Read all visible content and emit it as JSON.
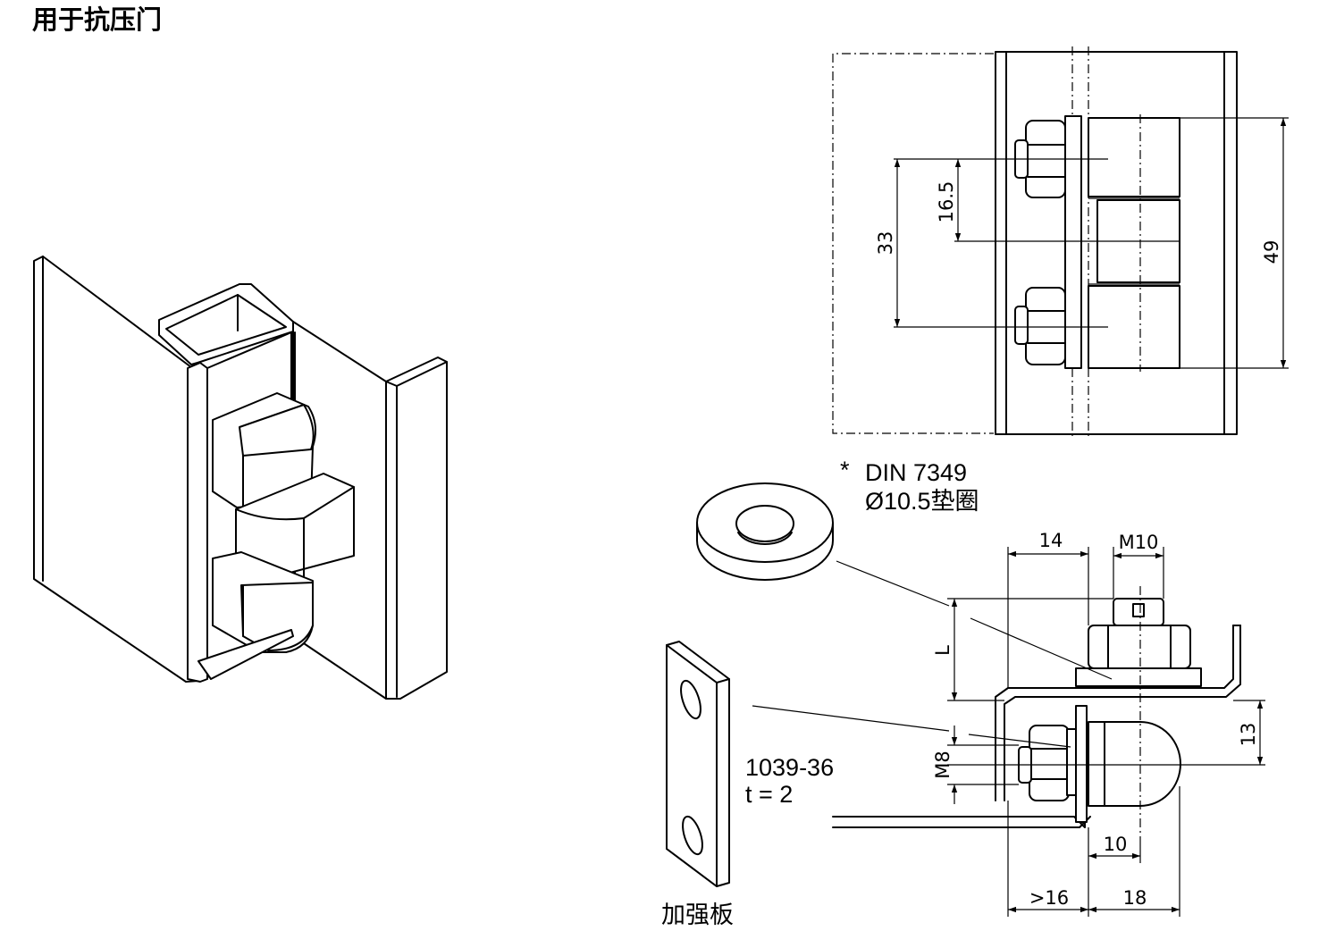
{
  "title": "用于抗压门",
  "washer": {
    "standard": "DIN 7349",
    "spec": "Ø10.5垫圈",
    "mark": "*"
  },
  "part": {
    "number": "1039-36",
    "thickness": "t = 2"
  },
  "plate_label": "加强板",
  "dimensions": {
    "d_16_5": "16.5",
    "d_33": "33",
    "d_49": "49",
    "d_14": "14",
    "d_M10": "M10",
    "d_L": "L",
    "d_M8": "M8",
    "d_13": "13",
    "d_10": "10",
    "d_gt16": ">16",
    "d_18": "18"
  }
}
